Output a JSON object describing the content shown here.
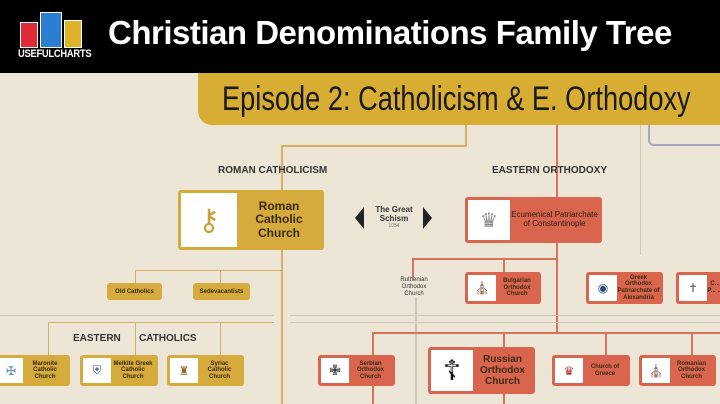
{
  "header": {
    "logo_text": "USEFULCHARTS",
    "title": "Christian Denominations Family Tree",
    "logo_colors": [
      "#e02b35",
      "#2c7fd0",
      "#e0b22a"
    ]
  },
  "banner": {
    "text": "Episode 2: Catholicism & E. Orthodoxy"
  },
  "catholic": {
    "heading": "ROMAN CATHOLICISM",
    "main": "Roman Catholic Church",
    "branches": [
      "Old Catholics",
      "Sedevacantists"
    ],
    "eastern_heading_1": "EASTERN",
    "eastern_heading_2": "CATHOLICS",
    "eastern": [
      "Maronite Catholic Church",
      "Melkite Greek Catholic Church",
      "Syriac Catholic Church"
    ]
  },
  "schism": {
    "title_1": "The Great",
    "title_2": "Schism",
    "year": "1054"
  },
  "orthodox": {
    "heading": "EASTERN ORTHODOXY",
    "main": "Ecumenical Patriarchate of Constantinople",
    "row1": [
      "Ruthenian Orthodox Church",
      "Bulgarian Orthodox Church",
      "Greek Orthodox Patriarchate of Alexandria",
      "C... P... ..."
    ],
    "row2": [
      "Serbian Orthodox Church",
      "Russian Orthodox Church",
      "Church of Greece",
      "Romanian Orthodox Church"
    ]
  },
  "colors": {
    "catholic": "#d4ab3c",
    "orthodox": "#d9654e",
    "background": "#ede6d6"
  }
}
